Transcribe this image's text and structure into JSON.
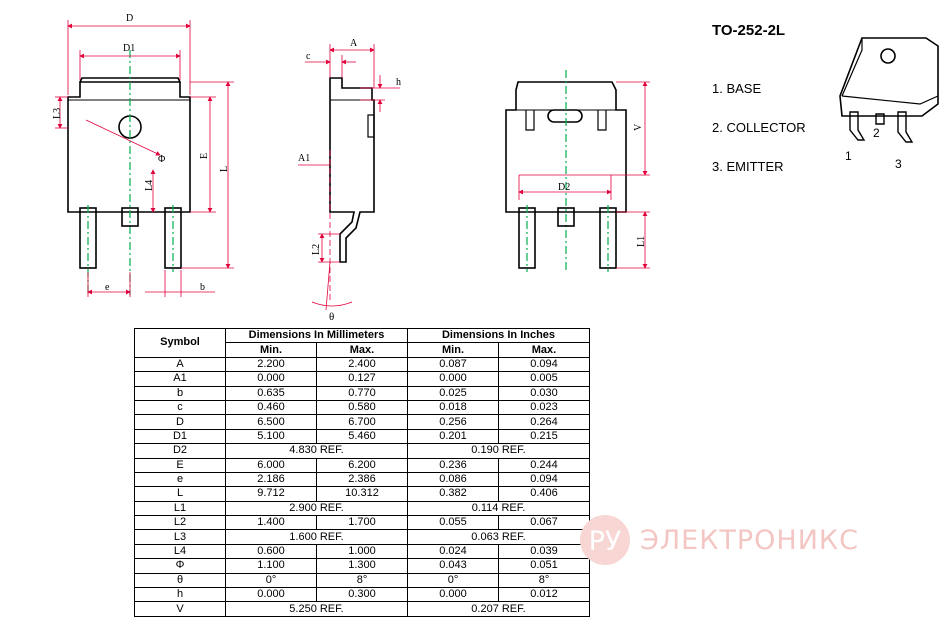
{
  "package": {
    "title": "TO-252-2L",
    "pins": [
      "1. BASE",
      "2. COLLECTOR",
      "3. EMITTER"
    ],
    "pin_numbers": [
      "1",
      "2",
      "3"
    ]
  },
  "drawing_labels": {
    "D": "D",
    "D1": "D1",
    "L3": "L3",
    "E": "E",
    "L": "L",
    "L4": "L4",
    "phi": "Φ",
    "e": "e",
    "b": "b",
    "A": "A",
    "c": "c",
    "h": "h",
    "A1": "A1",
    "L2": "L2",
    "theta": "θ",
    "V": "V",
    "D2": "D2",
    "L1": "L1"
  },
  "table": {
    "header_symbol": "Symbol",
    "header_mm": "Dimensions In Millimeters",
    "header_in": "Dimensions In Inches",
    "min": "Min.",
    "max": "Max.",
    "rows": [
      {
        "sym": "A",
        "mm_min": "2.200",
        "mm_max": "2.400",
        "in_min": "0.087",
        "in_max": "0.094"
      },
      {
        "sym": "A1",
        "mm_min": "0.000",
        "mm_max": "0.127",
        "in_min": "0.000",
        "in_max": "0.005"
      },
      {
        "sym": "b",
        "mm_min": "0.635",
        "mm_max": "0.770",
        "in_min": "0.025",
        "in_max": "0.030"
      },
      {
        "sym": "c",
        "mm_min": "0.460",
        "mm_max": "0.580",
        "in_min": "0.018",
        "in_max": "0.023"
      },
      {
        "sym": "D",
        "mm_min": "6.500",
        "mm_max": "6.700",
        "in_min": "0.256",
        "in_max": "0.264"
      },
      {
        "sym": "D1",
        "mm_min": "5.100",
        "mm_max": "5.460",
        "in_min": "0.201",
        "in_max": "0.215"
      },
      {
        "sym": "D2",
        "mm_ref": "4.830 REF.",
        "in_ref": "0.190 REF."
      },
      {
        "sym": "E",
        "mm_min": "6.000",
        "mm_max": "6.200",
        "in_min": "0.236",
        "in_max": "0.244"
      },
      {
        "sym": "e",
        "mm_min": "2.186",
        "mm_max": "2.386",
        "in_min": "0.086",
        "in_max": "0.094"
      },
      {
        "sym": "L",
        "mm_min": "9.712",
        "mm_max": "10.312",
        "in_min": "0.382",
        "in_max": "0.406"
      },
      {
        "sym": "L1",
        "mm_ref": "2.900 REF.",
        "in_ref": "0.114 REF."
      },
      {
        "sym": "L2",
        "mm_min": "1.400",
        "mm_max": "1.700",
        "in_min": "0.055",
        "in_max": "0.067"
      },
      {
        "sym": "L3",
        "mm_ref": "1.600 REF.",
        "in_ref": "0.063 REF."
      },
      {
        "sym": "L4",
        "mm_min": "0.600",
        "mm_max": "1.000",
        "in_min": "0.024",
        "in_max": "0.039"
      },
      {
        "sym": "Φ",
        "mm_min": "1.100",
        "mm_max": "1.300",
        "in_min": "0.043",
        "in_max": "0.051"
      },
      {
        "sym": "θ",
        "mm_min": "0°",
        "mm_max": "8°",
        "in_min": "0°",
        "in_max": "8°"
      },
      {
        "sym": "h",
        "mm_min": "0.000",
        "mm_max": "0.300",
        "in_min": "0.000",
        "in_max": "0.012"
      },
      {
        "sym": "V",
        "mm_ref": "5.250 REF.",
        "in_ref": "0.207 REF."
      }
    ]
  },
  "watermark": {
    "logo_text": "РУ",
    "text": "ЭЛЕКТРОНИКС",
    "color": "#f3c6c3"
  },
  "colors": {
    "dimension_line": "#e0003c",
    "center_line": "#00b050",
    "outline": "#000000"
  }
}
